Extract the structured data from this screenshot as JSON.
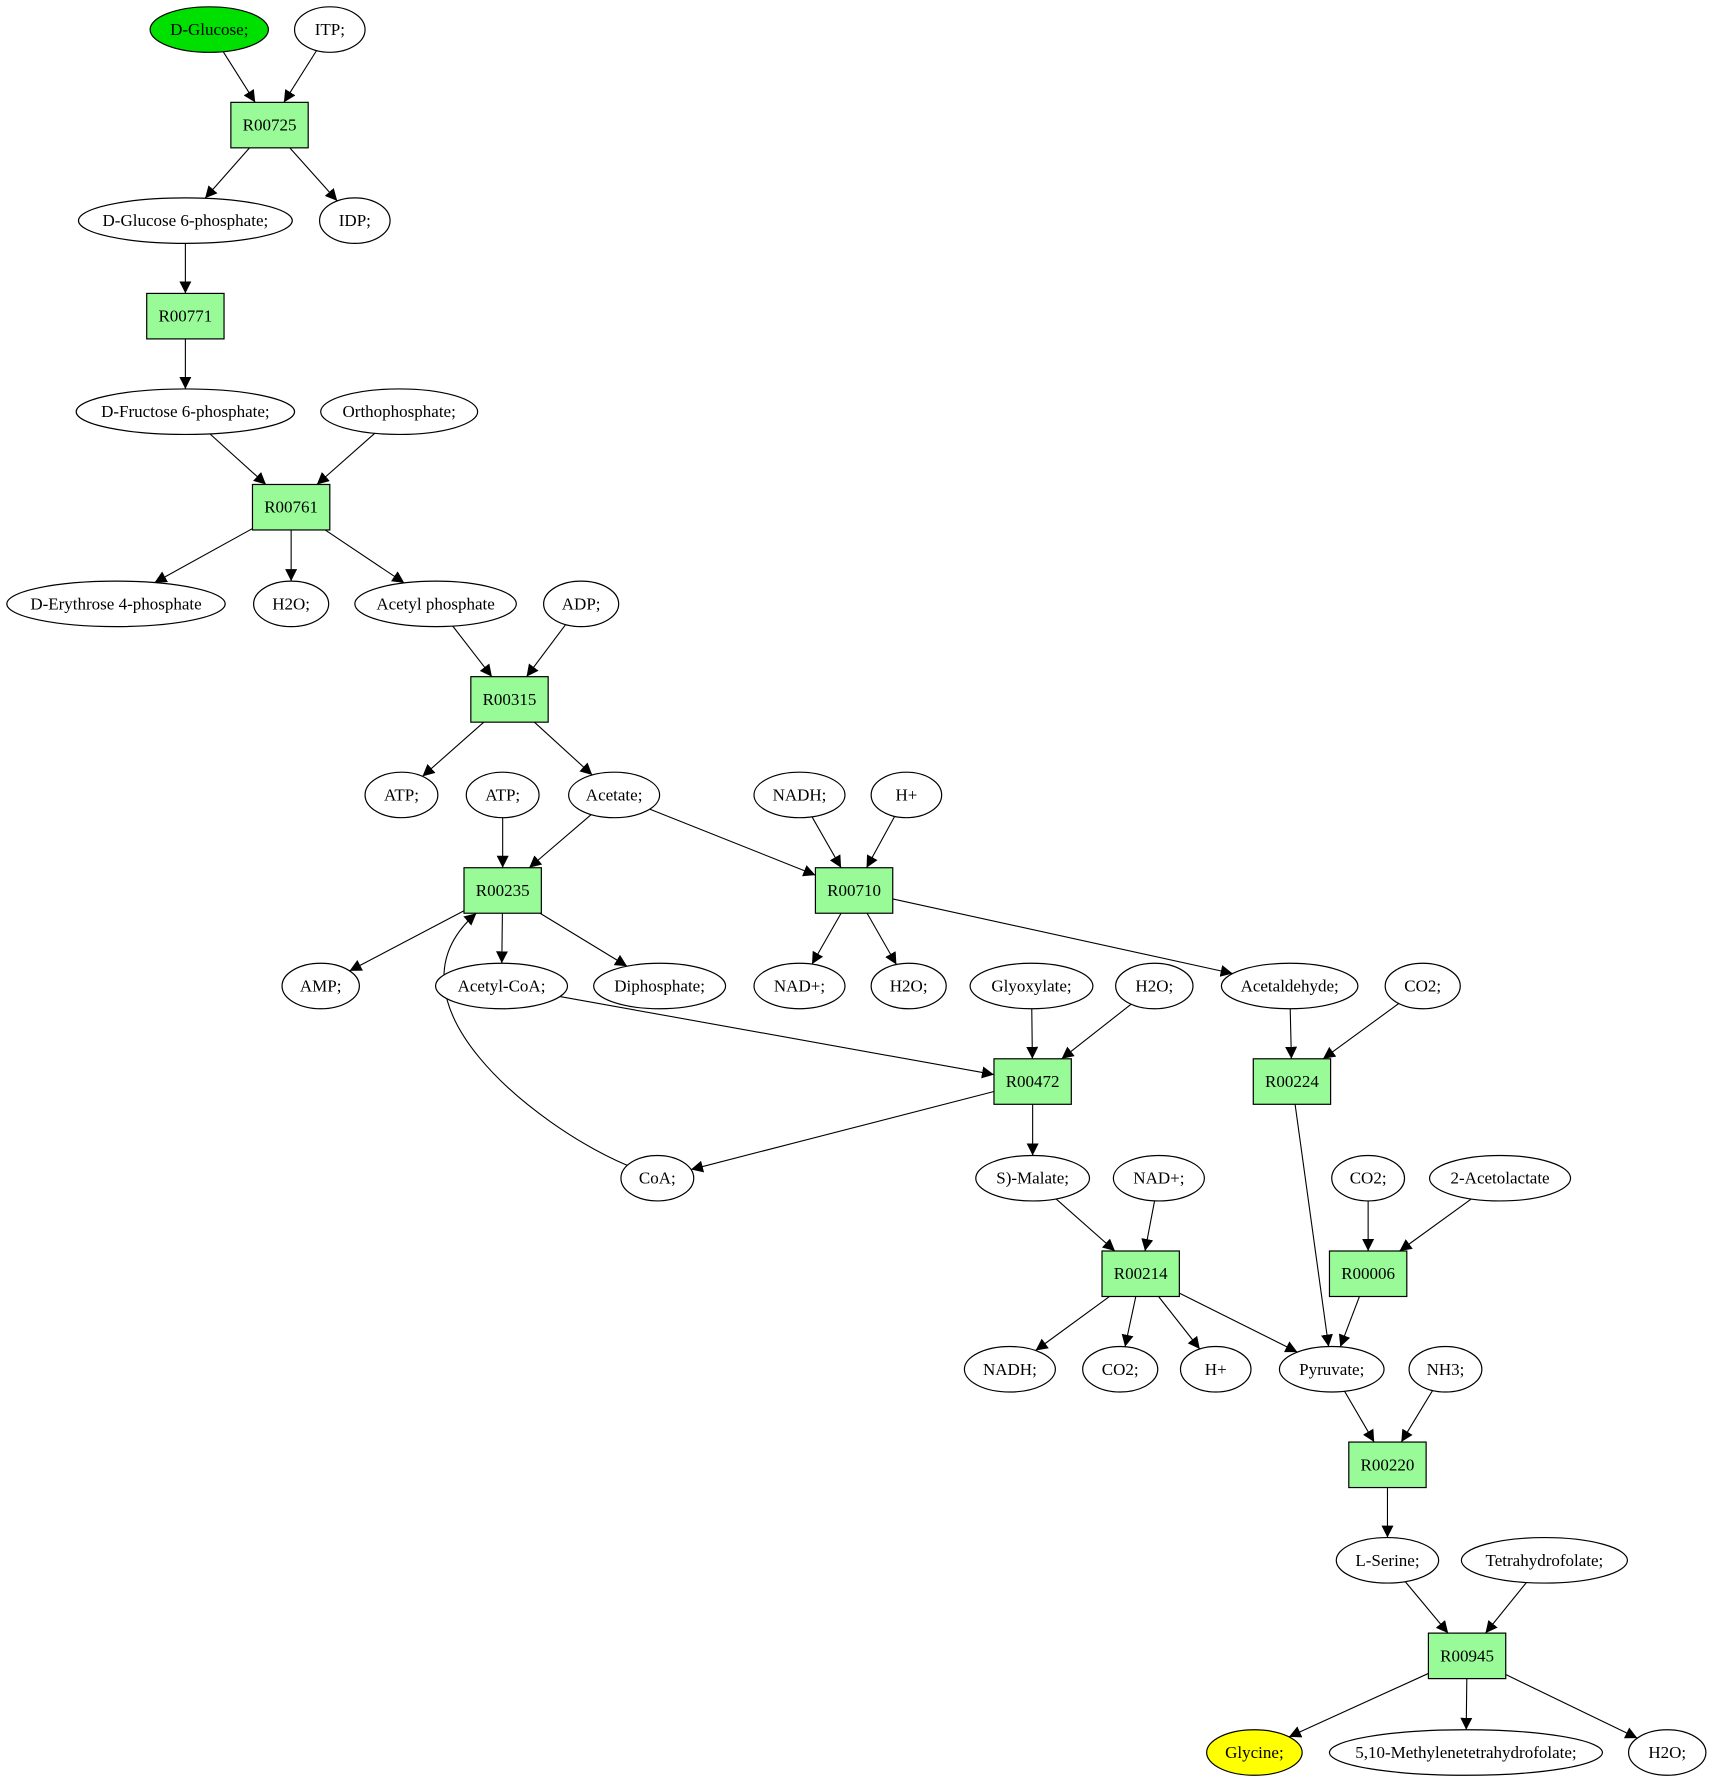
{
  "diagram": {
    "type": "metabolic-pathway",
    "colors": {
      "reaction_fill": "#98fb98",
      "source_fill": "#00e000",
      "target_fill": "#ffff00",
      "compound_fill": "#ffffff",
      "stroke": "#000000"
    },
    "nodes": [
      {
        "id": "glc",
        "kind": "compound",
        "label": "D-Glucose;",
        "role": "source"
      },
      {
        "id": "itp",
        "kind": "compound",
        "label": "ITP;"
      },
      {
        "id": "r00725",
        "kind": "reaction",
        "label": "R00725"
      },
      {
        "id": "g6p",
        "kind": "compound",
        "label": "D-Glucose 6-phosphate;"
      },
      {
        "id": "idp",
        "kind": "compound",
        "label": "IDP;"
      },
      {
        "id": "r00771",
        "kind": "reaction",
        "label": "R00771"
      },
      {
        "id": "f6p",
        "kind": "compound",
        "label": "D-Fructose 6-phosphate;"
      },
      {
        "id": "orthop",
        "kind": "compound",
        "label": "Orthophosphate;"
      },
      {
        "id": "r00761",
        "kind": "reaction",
        "label": "R00761"
      },
      {
        "id": "e4p",
        "kind": "compound",
        "label": "D-Erythrose 4-phosphate"
      },
      {
        "id": "h2o_a",
        "kind": "compound",
        "label": "H2O;"
      },
      {
        "id": "acp",
        "kind": "compound",
        "label": "Acetyl phosphate"
      },
      {
        "id": "adp",
        "kind": "compound",
        "label": "ADP;"
      },
      {
        "id": "r00315",
        "kind": "reaction",
        "label": "R00315"
      },
      {
        "id": "atp_a",
        "kind": "compound",
        "label": "ATP;"
      },
      {
        "id": "atp_b",
        "kind": "compound",
        "label": "ATP;"
      },
      {
        "id": "acetate",
        "kind": "compound",
        "label": "Acetate;"
      },
      {
        "id": "nadh_a",
        "kind": "compound",
        "label": "NADH;"
      },
      {
        "id": "hplus_a",
        "kind": "compound",
        "label": "H+"
      },
      {
        "id": "r00235",
        "kind": "reaction",
        "label": "R00235"
      },
      {
        "id": "r00710",
        "kind": "reaction",
        "label": "R00710"
      },
      {
        "id": "amp",
        "kind": "compound",
        "label": "AMP;"
      },
      {
        "id": "accoa",
        "kind": "compound",
        "label": "Acetyl-CoA;"
      },
      {
        "id": "ppi",
        "kind": "compound",
        "label": "Diphosphate;"
      },
      {
        "id": "nadp_a",
        "kind": "compound",
        "label": "NAD+;"
      },
      {
        "id": "h2o_b",
        "kind": "compound",
        "label": "H2O;"
      },
      {
        "id": "glyox",
        "kind": "compound",
        "label": "Glyoxylate;"
      },
      {
        "id": "h2o_c",
        "kind": "compound",
        "label": "H2O;"
      },
      {
        "id": "acald",
        "kind": "compound",
        "label": "Acetaldehyde;"
      },
      {
        "id": "co2_a",
        "kind": "compound",
        "label": "CO2;"
      },
      {
        "id": "r00472",
        "kind": "reaction",
        "label": "R00472"
      },
      {
        "id": "r00224",
        "kind": "reaction",
        "label": "R00224"
      },
      {
        "id": "coa",
        "kind": "compound",
        "label": "CoA;"
      },
      {
        "id": "malate",
        "kind": "compound",
        "label": "S)-Malate;"
      },
      {
        "id": "nadp_b",
        "kind": "compound",
        "label": "NAD+;"
      },
      {
        "id": "co2_b",
        "kind": "compound",
        "label": "CO2;"
      },
      {
        "id": "acetolac",
        "kind": "compound",
        "label": "2-Acetolactate"
      },
      {
        "id": "r00214",
        "kind": "reaction",
        "label": "R00214"
      },
      {
        "id": "r00006",
        "kind": "reaction",
        "label": "R00006"
      },
      {
        "id": "nadh_b",
        "kind": "compound",
        "label": "NADH;"
      },
      {
        "id": "co2_c",
        "kind": "compound",
        "label": "CO2;"
      },
      {
        "id": "hplus_b",
        "kind": "compound",
        "label": "H+"
      },
      {
        "id": "pyr",
        "kind": "compound",
        "label": "Pyruvate;"
      },
      {
        "id": "nh3",
        "kind": "compound",
        "label": "NH3;"
      },
      {
        "id": "r00220",
        "kind": "reaction",
        "label": "R00220"
      },
      {
        "id": "ser",
        "kind": "compound",
        "label": "L-Serine;"
      },
      {
        "id": "thf",
        "kind": "compound",
        "label": "Tetrahydrofolate;"
      },
      {
        "id": "r00945",
        "kind": "reaction",
        "label": "R00945"
      },
      {
        "id": "gly",
        "kind": "compound",
        "label": "Glycine;",
        "role": "target"
      },
      {
        "id": "mthf",
        "kind": "compound",
        "label": "5,10-Methylenetetrahydrofolate;"
      },
      {
        "id": "h2o_d",
        "kind": "compound",
        "label": "H2O;"
      }
    ],
    "edges": [
      {
        "from": "glc",
        "to": "r00725"
      },
      {
        "from": "itp",
        "to": "r00725"
      },
      {
        "from": "r00725",
        "to": "g6p"
      },
      {
        "from": "r00725",
        "to": "idp"
      },
      {
        "from": "g6p",
        "to": "r00771"
      },
      {
        "from": "r00771",
        "to": "f6p"
      },
      {
        "from": "f6p",
        "to": "r00761"
      },
      {
        "from": "orthop",
        "to": "r00761"
      },
      {
        "from": "r00761",
        "to": "e4p"
      },
      {
        "from": "r00761",
        "to": "h2o_a"
      },
      {
        "from": "r00761",
        "to": "acp"
      },
      {
        "from": "acp",
        "to": "r00315"
      },
      {
        "from": "adp",
        "to": "r00315"
      },
      {
        "from": "r00315",
        "to": "atp_a"
      },
      {
        "from": "r00315",
        "to": "acetate"
      },
      {
        "from": "atp_b",
        "to": "r00235"
      },
      {
        "from": "acetate",
        "to": "r00235"
      },
      {
        "from": "acetate",
        "to": "r00710"
      },
      {
        "from": "nadh_a",
        "to": "r00710"
      },
      {
        "from": "hplus_a",
        "to": "r00710"
      },
      {
        "from": "r00235",
        "to": "amp"
      },
      {
        "from": "r00235",
        "to": "accoa"
      },
      {
        "from": "r00235",
        "to": "ppi"
      },
      {
        "from": "r00710",
        "to": "nadp_a"
      },
      {
        "from": "r00710",
        "to": "h2o_b"
      },
      {
        "from": "r00710",
        "to": "acald"
      },
      {
        "from": "accoa",
        "to": "r00472"
      },
      {
        "from": "glyox",
        "to": "r00472"
      },
      {
        "from": "h2o_c",
        "to": "r00472"
      },
      {
        "from": "acald",
        "to": "r00224"
      },
      {
        "from": "co2_a",
        "to": "r00224"
      },
      {
        "from": "r00472",
        "to": "coa"
      },
      {
        "from": "r00472",
        "to": "malate"
      },
      {
        "from": "coa",
        "to": "r00235",
        "curve": true
      },
      {
        "from": "malate",
        "to": "r00214"
      },
      {
        "from": "nadp_b",
        "to": "r00214"
      },
      {
        "from": "co2_b",
        "to": "r00006"
      },
      {
        "from": "acetolac",
        "to": "r00006"
      },
      {
        "from": "r00214",
        "to": "nadh_b"
      },
      {
        "from": "r00214",
        "to": "co2_c"
      },
      {
        "from": "r00214",
        "to": "hplus_b"
      },
      {
        "from": "r00214",
        "to": "pyr"
      },
      {
        "from": "r00224",
        "to": "pyr"
      },
      {
        "from": "r00006",
        "to": "pyr"
      },
      {
        "from": "pyr",
        "to": "r00220"
      },
      {
        "from": "nh3",
        "to": "r00220"
      },
      {
        "from": "r00220",
        "to": "ser"
      },
      {
        "from": "ser",
        "to": "r00945"
      },
      {
        "from": "thf",
        "to": "r00945"
      },
      {
        "from": "r00945",
        "to": "gly"
      },
      {
        "from": "r00945",
        "to": "mthf"
      },
      {
        "from": "r00945",
        "to": "h2o_d"
      }
    ]
  }
}
